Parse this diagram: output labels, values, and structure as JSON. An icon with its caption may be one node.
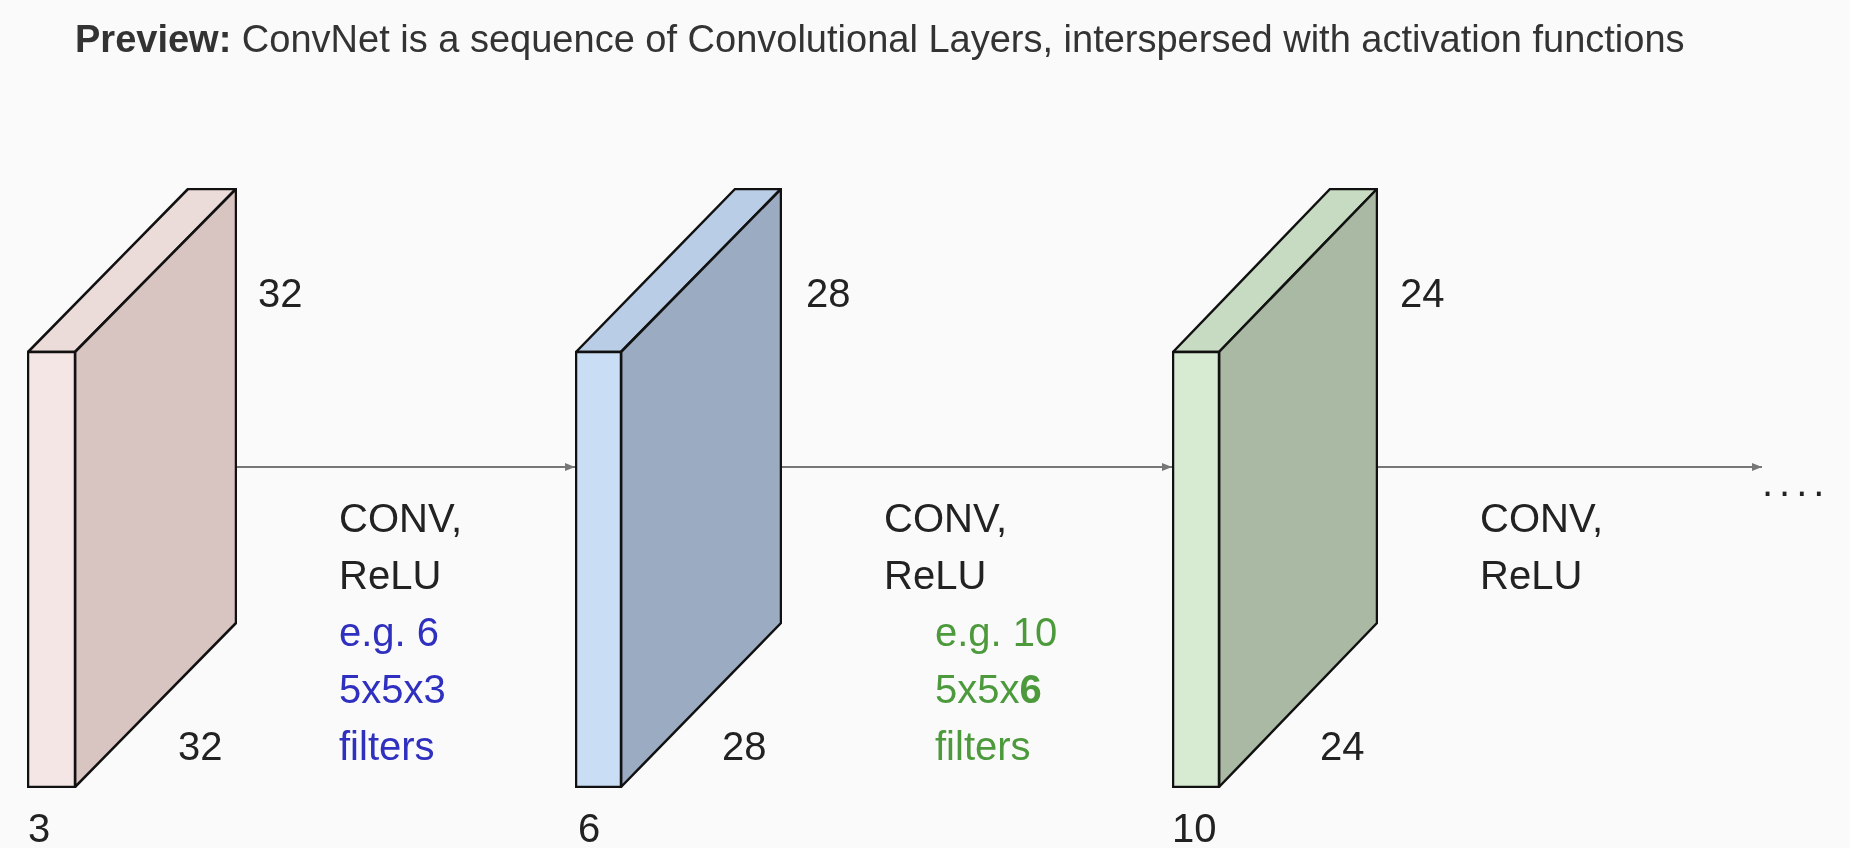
{
  "diagram": {
    "title": "**Preview:** ConvNet is a sequence of Convolutional Layers, interspersed with activation functions",
    "nodes": [
      {
        "text": [],
        "shape": "box",
        "beside": [
          "32",
          "32",
          "3"
        ]
      },
      {
        "text": [],
        "shape": "box",
        "beside": [
          "28",
          "28",
          "6"
        ]
      },
      {
        "text": [],
        "shape": "box",
        "beside": [
          "24",
          "24",
          "10"
        ]
      },
      {
        "text": [
          "...."
        ]
      }
    ],
    "edges": [
      {
        "from": 0,
        "to": 1,
        "arrow": "to",
        "label": "CONV, ReLU"
      },
      {
        "from": 1,
        "to": 2,
        "arrow": "to",
        "label": "CONV, ReLU"
      },
      {
        "from": 2,
        "to": 3,
        "arrow": "to",
        "label": "CONV, ReLU"
      }
    ],
    "labels": [
      "e.g. 6 5x5x3 filters",
      "e.g. 10 5x5x**6** filters"
    ]
  }
}
